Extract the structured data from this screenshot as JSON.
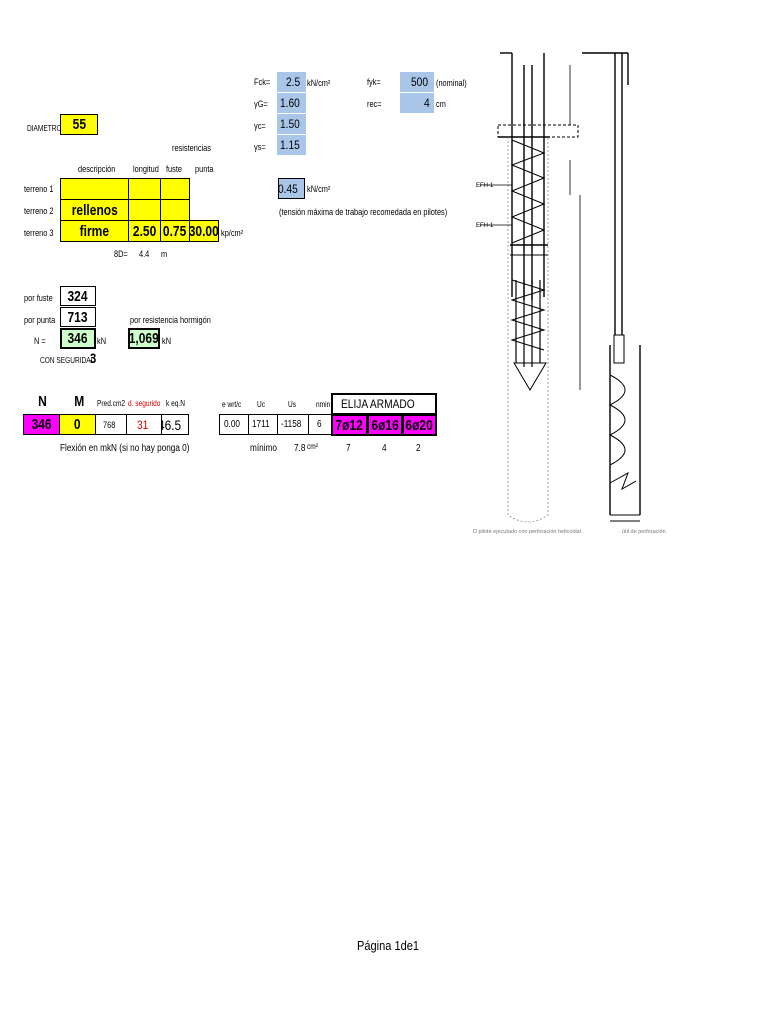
{
  "params": {
    "fck_label": "Fck=",
    "fck_value": "2.5",
    "fck_unit": "kN/cm²",
    "yg_label": "γG=",
    "yg_value": "1.60",
    "yc_label": "γc=",
    "yc_value": "1.50",
    "ys_label": "γs=",
    "ys_value": "1.15",
    "fyk_label": "fyk=",
    "fyk_value": "500",
    "fyk_note": "(nominal)",
    "rec_label": "rec=",
    "rec_value": "4",
    "rec_unit": "cm"
  },
  "diametro": {
    "label": "DIAMETRO",
    "value": "55"
  },
  "soil": {
    "header_resistencias": "resistencias",
    "col_descripcion": "descripción",
    "col_longitud": "longitud",
    "col_fuste": "fuste",
    "col_punta": "punta",
    "rows": [
      {
        "label": "terreno 1",
        "descripcion": "",
        "longitud": "",
        "fuste": "",
        "punta": ""
      },
      {
        "label": "terreno 2",
        "descripcion": "rellenos",
        "longitud": "",
        "fuste": "",
        "punta": ""
      },
      {
        "label": "terreno 3",
        "descripcion": "firme",
        "longitud": "2.50",
        "fuste": "0.75",
        "punta": "30.00"
      }
    ],
    "unit": "kp/cm²",
    "tension_value": "0.45",
    "tension_unit": "kN/cm²",
    "tension_note": "(tensión máxima de trabajo recomedada en pilotes)",
    "eightD_label": "8D=",
    "eightD_value": "4.4",
    "eightD_unit": "m"
  },
  "capacity": {
    "fuste_label": "por fuste",
    "fuste_value": "324",
    "punta_label": "por punta",
    "punta_value": "713",
    "n_label": "N =",
    "n_value": "346",
    "n_unit": "kN",
    "horm_label": "por resistencia hormigón",
    "horm_value": "1,069",
    "horm_unit": "kN",
    "seguridad_label": "CON SEGURIDAD",
    "seguridad_value": "3"
  },
  "results": {
    "h_N": "N",
    "h_M": "M",
    "h_pred": "Pred.cm2",
    "h_dseg": "d. segurido",
    "h_keqn": "k eq.N",
    "v_N": "346",
    "v_M": "0",
    "v_pred": "768",
    "v_dseg": "31",
    "v_keqn": "46.5",
    "note": "Flexión en mkN (si no hay ponga 0)",
    "h_ewrt": "e wrt/c",
    "h_uc": "Uc",
    "h_us": "Us",
    "h_nmin": "nmin",
    "v_ewrt": "0.00",
    "v_uc": "1711",
    "v_us": "-1158",
    "v_nmin": "6",
    "elija_label": "ELIJA ARMADO",
    "armados": [
      "7ø12",
      "6ø16",
      "6ø20"
    ],
    "minimo_label": "mínimo",
    "minimo_value": "7.8",
    "minimo_unit": "cm²",
    "counts": [
      "7",
      "4",
      "2"
    ]
  },
  "drawing": {
    "label_efh1": "EFH-1",
    "label_efh2": "EFH-1",
    "caption_left": "D pilote ejecutado con perforación helicoidal",
    "caption_right": "útil de perforación"
  },
  "footer": {
    "page": "Página 1de1"
  }
}
